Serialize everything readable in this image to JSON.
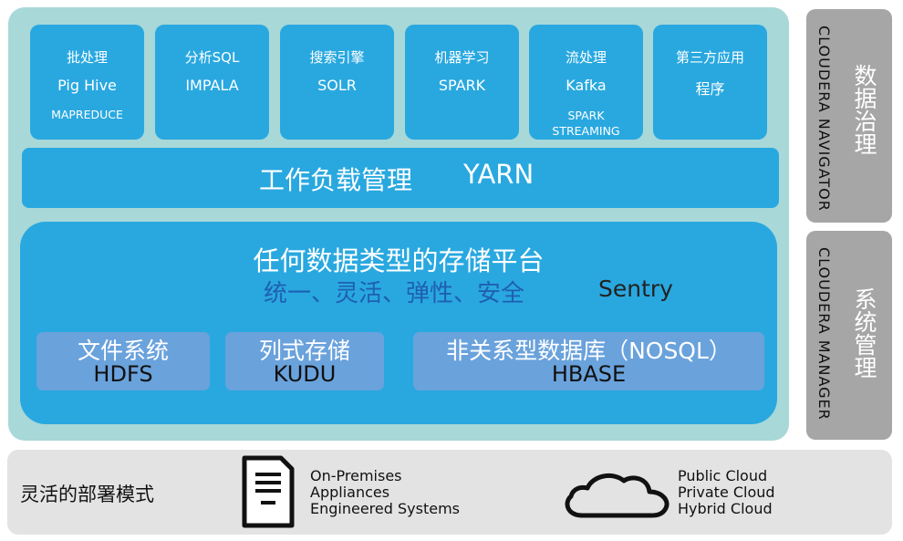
{
  "engines": [
    {
      "title": "批处理",
      "name": "Pig Hive",
      "sub": "MAPREDUCE"
    },
    {
      "title": "分析SQL",
      "name": "IMPALA",
      "sub": ""
    },
    {
      "title": "搜索引擎",
      "name": "SOLR",
      "sub": ""
    },
    {
      "title": "机器学习",
      "name": "SPARK",
      "sub": ""
    },
    {
      "title": "流处理",
      "name": "Kafka",
      "sub": "SPARK STREAMING"
    },
    {
      "title": "第三方应用",
      "name": "程序",
      "sub": ""
    }
  ],
  "yarn": {
    "title": "工作负载管理",
    "name": "YARN"
  },
  "storage": {
    "title": "任何数据类型的存储平台",
    "subtitle": "统一、灵活、弹性、安全",
    "security": "Sentry",
    "stores": [
      {
        "cn": "文件系统",
        "en": "HDFS"
      },
      {
        "cn": "列式存储",
        "en": "KUDU"
      },
      {
        "cn": "非关系型数据库（NOSQL）",
        "en": "HBASE"
      }
    ]
  },
  "navigator": {
    "en": "CLOUDERA NAVIGATOR",
    "cn": "数据治理"
  },
  "manager": {
    "en": "CLOUDERA MANAGER",
    "cn": "系统管理"
  },
  "deploy": {
    "label": "灵活的部署模式",
    "onprem": [
      "On-Premises",
      "Appliances",
      "Engineered Systems"
    ],
    "cloud": [
      "Public Cloud",
      "Private Cloud",
      "Hybrid Cloud"
    ]
  },
  "colors": {
    "panel": "#a8d8d8",
    "block": "#29a8e0",
    "store": "#6aa2dc",
    "side": "#a6a6a6",
    "deploy": "#e3e3e3",
    "accent_text": "#1f5fb0"
  }
}
